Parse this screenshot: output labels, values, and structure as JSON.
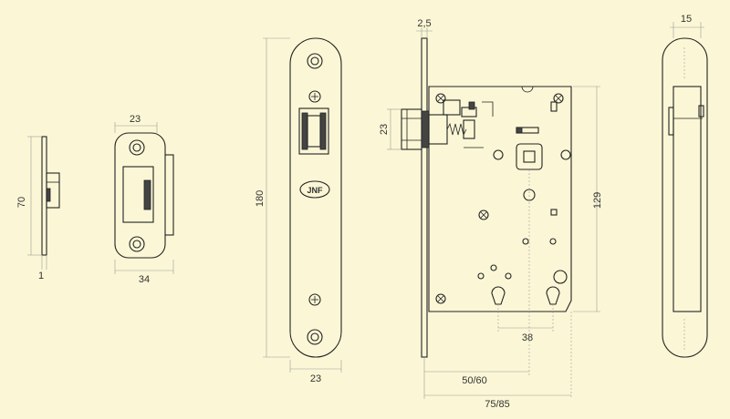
{
  "dimensions": {
    "strike_height": "70",
    "strike_thickness": "1",
    "strike_width": "23",
    "strike_length": "34",
    "faceplate_height": "180",
    "faceplate_width": "23",
    "faceplate_thickness": "2,5",
    "latch_height": "23",
    "case_height": "129",
    "key_spacing": "38",
    "backset": "50/60",
    "case_depth": "75/85",
    "cover_width": "15"
  },
  "logo": {
    "text": "JNF"
  },
  "colors": {
    "background": "#fbf7d6",
    "line": "#222222",
    "dimension": "#9a9a9a"
  }
}
